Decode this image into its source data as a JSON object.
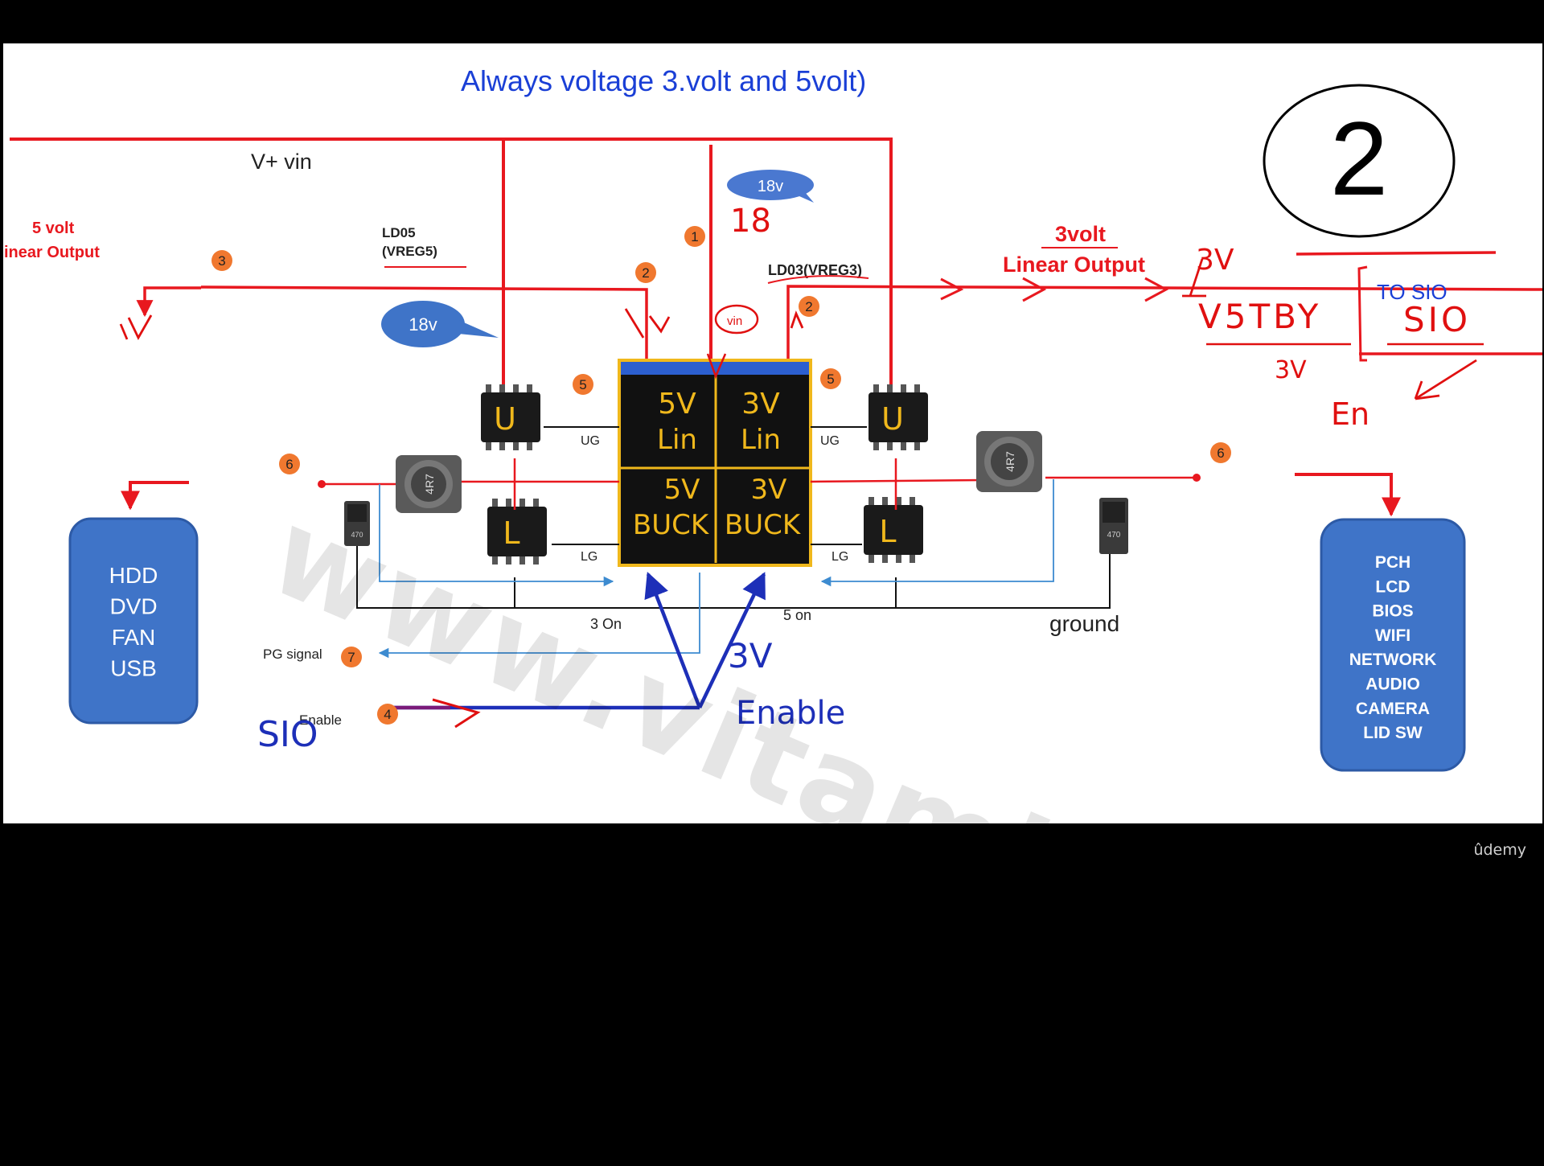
{
  "diagram": {
    "title": "Always voltage 3.volt and 5volt)",
    "step_number": "2",
    "labels": {
      "vin": "V+  vin",
      "five_volt_linear": [
        "5 volt",
        "inear Output"
      ],
      "ld05": [
        "LD05",
        "(VREG5)"
      ],
      "ld03": "LD03(VREG3)",
      "three_volt_linear": [
        "3volt",
        "Linear Output"
      ],
      "to_sio": "TO SIO",
      "ug_left": "UG",
      "ug_right": "UG",
      "lg_left": "LG",
      "lg_right": "LG",
      "three_on": "3 On",
      "five_on": "5 on",
      "ground": "ground",
      "pg_signal": "PG signal",
      "enable": "Enable",
      "vin_small": "vin"
    },
    "bubbles": [
      "18v",
      "18v"
    ],
    "markers": [
      "1",
      "2",
      "2",
      "3",
      "4",
      "5",
      "5",
      "6",
      "6",
      "7"
    ],
    "mosfets": [
      "U",
      "L",
      "U",
      "L"
    ],
    "inductors": [
      "4R7",
      "4R7"
    ],
    "capacitors": [
      "470",
      "470"
    ],
    "ic_quadrants": [
      [
        "5V",
        "Lin"
      ],
      [
        "3V",
        "Lin"
      ],
      [
        "5V",
        "BUCK"
      ],
      [
        "3V",
        "BUCK"
      ]
    ],
    "handwriting": {
      "eighteen": "18",
      "three_v": "3V",
      "v5tby": "V5TBY",
      "sio": "SIO",
      "three_v_small": "3V",
      "en": "En",
      "three_v_enable": "3V",
      "enable": "Enable",
      "sio_left": "SIO"
    },
    "left_box": [
      "HDD",
      "DVD",
      "FAN",
      "USB"
    ],
    "right_box": [
      "PCH",
      "LCD",
      "BIOS",
      "WIFI",
      "NETWORK",
      "AUDIO",
      "CAMERA",
      "LID SW"
    ],
    "watermark": "www.vitaminfotech.",
    "brand": "ûdemy",
    "colors": {
      "wire_red": "#e8181f",
      "box_blue": "#3f74c8",
      "title_blue": "#1a3fd6",
      "marker_orange": "#f0782f",
      "ic_yellow": "#f0b81c",
      "ink_blue": "#1d2fb8",
      "ink_red": "#e01010"
    }
  }
}
